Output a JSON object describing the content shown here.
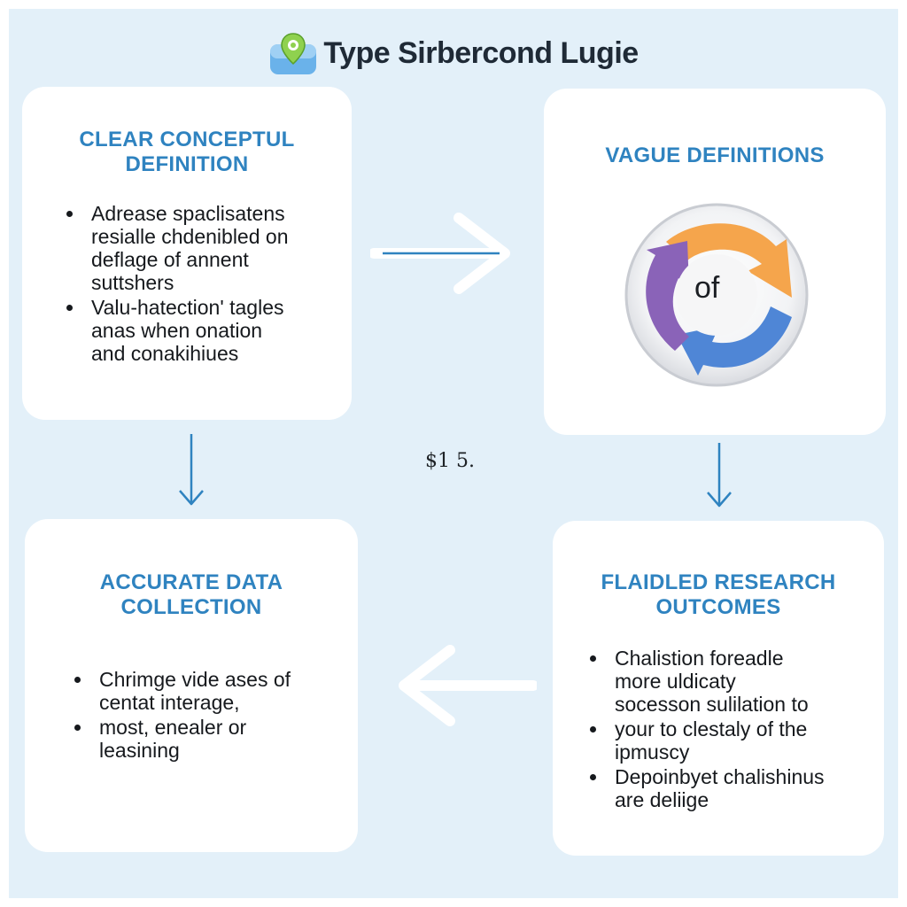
{
  "header": {
    "title": "Type Sirbercond Lugie",
    "logo_icon": "location-pin-logo-icon"
  },
  "cards": {
    "clear": {
      "title_lines": [
        "CLEAR CONCEPTUL",
        "DEFINITION"
      ],
      "bullets": [
        [
          "Adrease spaclisatens",
          "resialle chdenibled on",
          "deflage of annent",
          "suttshers"
        ],
        [
          "Valu-hatection' tagles",
          "anas when onation",
          "and conakihiues"
        ]
      ]
    },
    "vague": {
      "title_lines": [
        "VAGUE DEFINITIONS"
      ],
      "cycle_label": "of",
      "cycle_colors": [
        "#f5a54c",
        "#4f86d6",
        "#8a63b8"
      ]
    },
    "accurate": {
      "title_lines": [
        "ACCURATE DATA",
        "COLLECTION"
      ],
      "bullets": [
        [
          "Chrimge vide ases of",
          "centat interage,"
        ],
        [
          "most, enealer or",
          "leasining"
        ]
      ]
    },
    "flawed": {
      "title_lines": [
        "FLAIDLED RESEARCH",
        "OUTCOMES"
      ],
      "bullets": [
        [
          "Chalistion foreadle",
          "more uldicaty",
          "socesson sulilation to"
        ],
        [
          "your to clestaly of the",
          "ipmuscy"
        ],
        [
          "Depoinbyet chalishinus",
          "are deliige"
        ]
      ]
    }
  },
  "center_label": "$1 5.",
  "colors": {
    "background": "#e3f0f9",
    "card": "#ffffff",
    "title_blue": "#2f83c0",
    "arrow_blue": "#2f83c0"
  }
}
